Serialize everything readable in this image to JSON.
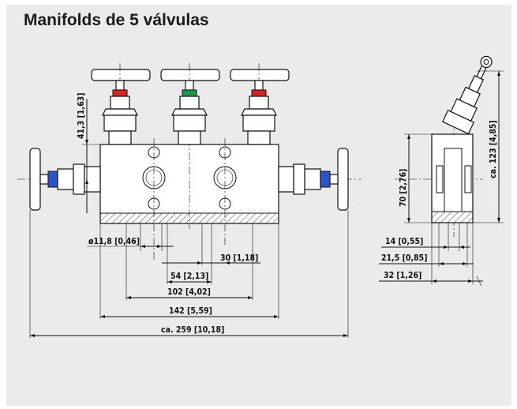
{
  "title": "Manifolds de 5 válvulas",
  "colors": {
    "panel": "#ebebeb",
    "red": "#e02020",
    "green": "#1a9a4a",
    "blue": "#2a55c8"
  },
  "front_view": {
    "dims": {
      "height_41": "41,3  [1,63]",
      "bore": "ø11,8  [0,46]",
      "d30": "30  [1,18]",
      "d54": "54  [2,13]",
      "d102": "102  [4,02]",
      "d142": "142  [5,59]",
      "d259": "ca. 259  [10,18]"
    }
  },
  "side_view": {
    "dims": {
      "h70": "70  [2,76]",
      "h123": "ca. 123  [4,85]",
      "d14": "14  [0,55]",
      "d21": "21,5  [0,85]",
      "d32": "32  [1,26]"
    }
  }
}
